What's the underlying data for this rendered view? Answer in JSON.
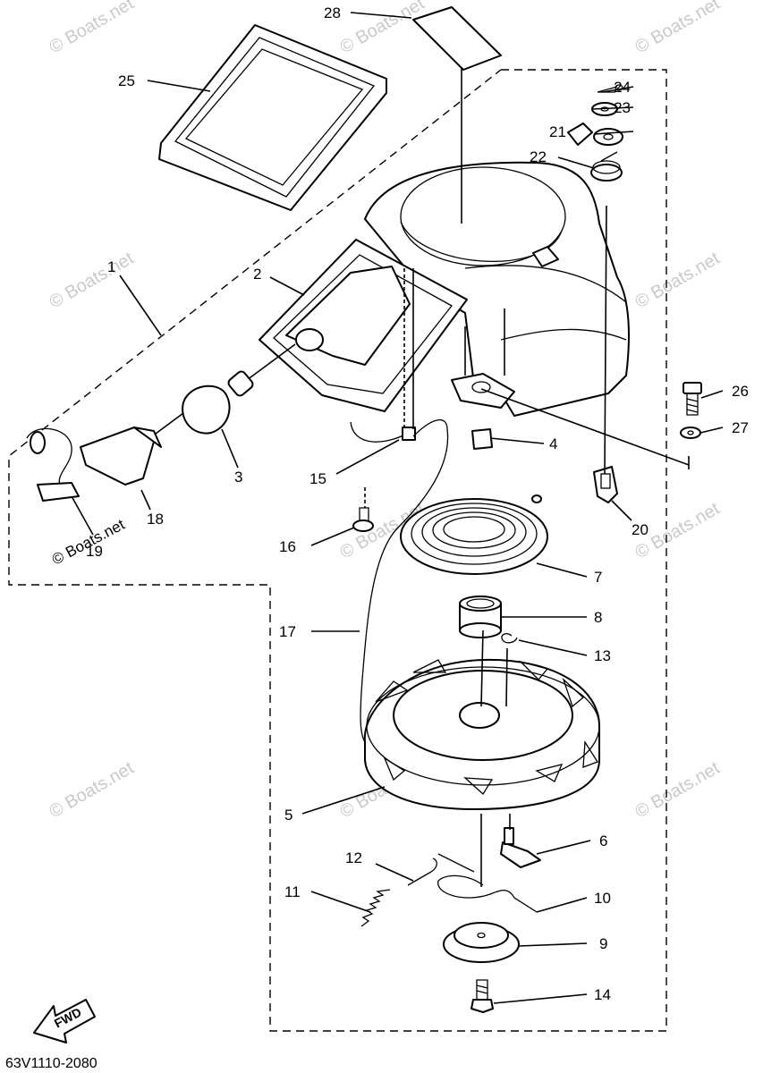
{
  "diagram_code": "63V1110-2080",
  "fwd_label": "FWD",
  "watermark_text": "© Boats.net",
  "callouts": [
    {
      "id": "28",
      "text": "28"
    },
    {
      "id": "25",
      "text": "25"
    },
    {
      "id": "24",
      "text": "24"
    },
    {
      "id": "23",
      "text": "23"
    },
    {
      "id": "21",
      "text": "21"
    },
    {
      "id": "22",
      "text": "22"
    },
    {
      "id": "1",
      "text": "1"
    },
    {
      "id": "2",
      "text": "2"
    },
    {
      "id": "26",
      "text": "26"
    },
    {
      "id": "27",
      "text": "27"
    },
    {
      "id": "4",
      "text": "4"
    },
    {
      "id": "3",
      "text": "3"
    },
    {
      "id": "15",
      "text": "15"
    },
    {
      "id": "18",
      "text": "18"
    },
    {
      "id": "19",
      "text": "19"
    },
    {
      "id": "20",
      "text": "20"
    },
    {
      "id": "16",
      "text": "16"
    },
    {
      "id": "7",
      "text": "7"
    },
    {
      "id": "8",
      "text": "8"
    },
    {
      "id": "17",
      "text": "17"
    },
    {
      "id": "13",
      "text": "13"
    },
    {
      "id": "5",
      "text": "5"
    },
    {
      "id": "6",
      "text": "6"
    },
    {
      "id": "12",
      "text": "12"
    },
    {
      "id": "11",
      "text": "11"
    },
    {
      "id": "10",
      "text": "10"
    },
    {
      "id": "9",
      "text": "9"
    },
    {
      "id": "14",
      "text": "14"
    }
  ]
}
